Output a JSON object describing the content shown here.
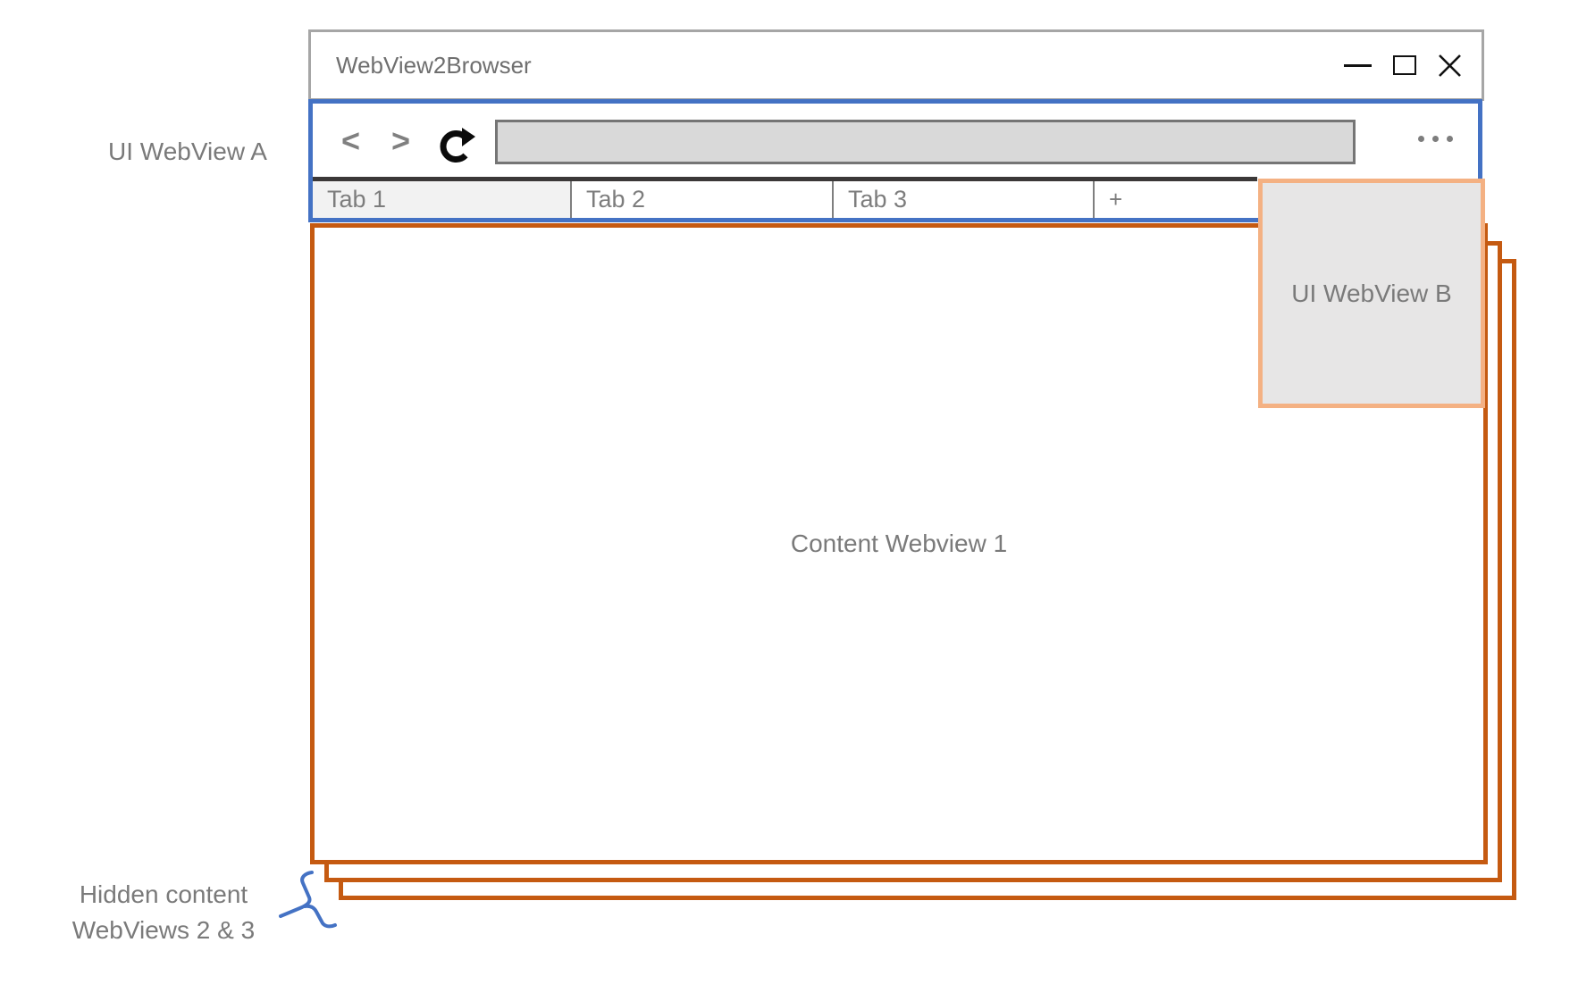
{
  "diagram": {
    "annotations": {
      "ui_webview_a": "UI WebView A",
      "ui_webview_b": "UI WebView B",
      "content_webview_1": "Content Webview 1",
      "hidden_line1": "Hidden content",
      "hidden_line2": "WebViews 2 & 3"
    },
    "window": {
      "title": "WebView2Browser"
    },
    "toolbar": {
      "back_label": "<",
      "forward_label": ">"
    },
    "tabs": [
      {
        "label": "Tab 1",
        "active": true
      },
      {
        "label": "Tab 2",
        "active": false
      },
      {
        "label": "Tab 3",
        "active": false
      },
      {
        "label": "+",
        "active": false
      }
    ],
    "icons": {
      "reload": "refresh-circular-arrow",
      "menu": "ellipsis",
      "minimize": "dash",
      "maximize": "square",
      "close": "x",
      "brace": "curly-brace"
    },
    "colors": {
      "ui_webview_border": "#4472C4",
      "content_webview_border": "#C55A11",
      "ui_webview_b_border": "#F4B183",
      "ui_webview_b_fill": "#E7E6E6",
      "window_border": "#A6A6A6",
      "address_bar_fill": "#D9D9D9",
      "active_tab_fill": "#F2F2F2",
      "text_gray": "#7A7A7A"
    }
  }
}
